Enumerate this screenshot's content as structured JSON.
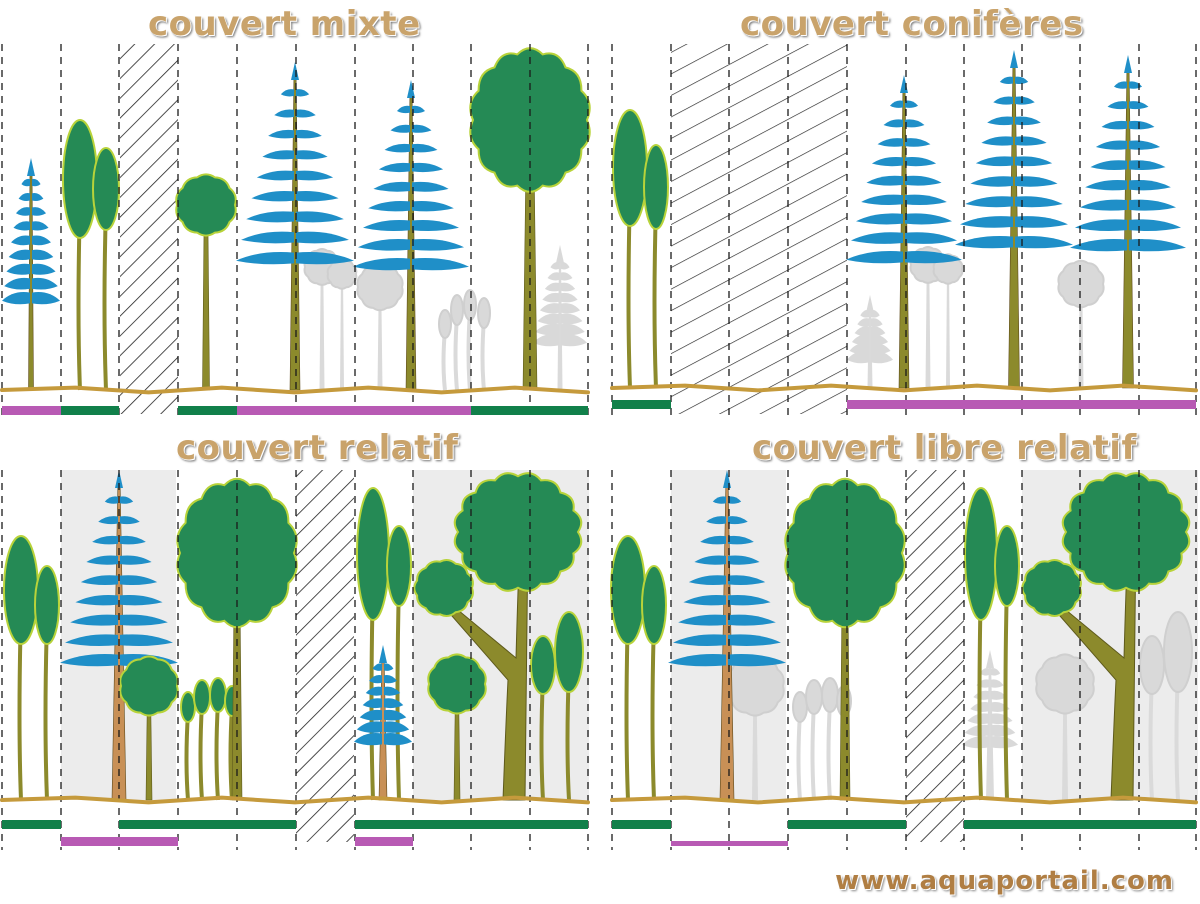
{
  "panels": {
    "mixte": {
      "title": "couvert mixte"
    },
    "coniferes": {
      "title": "couvert conifères"
    },
    "relatif": {
      "title": "couvert relatif"
    },
    "libre_relatif": {
      "title": "couvert libre relatif"
    }
  },
  "website": "www.aquaportail.com",
  "colors": {
    "title_text": "#c9a36b",
    "conifer_foliage": "#1f8fc8",
    "broadleaf_foliage": "#258a55",
    "foliage_outline": "#b8d33a",
    "trunk": "#8c8a2c",
    "conifer_trunk": "#c89056",
    "ground": "#c59a3c",
    "ghost_tree": "#d9d9d9",
    "bar_green": "#11804a",
    "bar_magenta": "#b85ab4"
  }
}
